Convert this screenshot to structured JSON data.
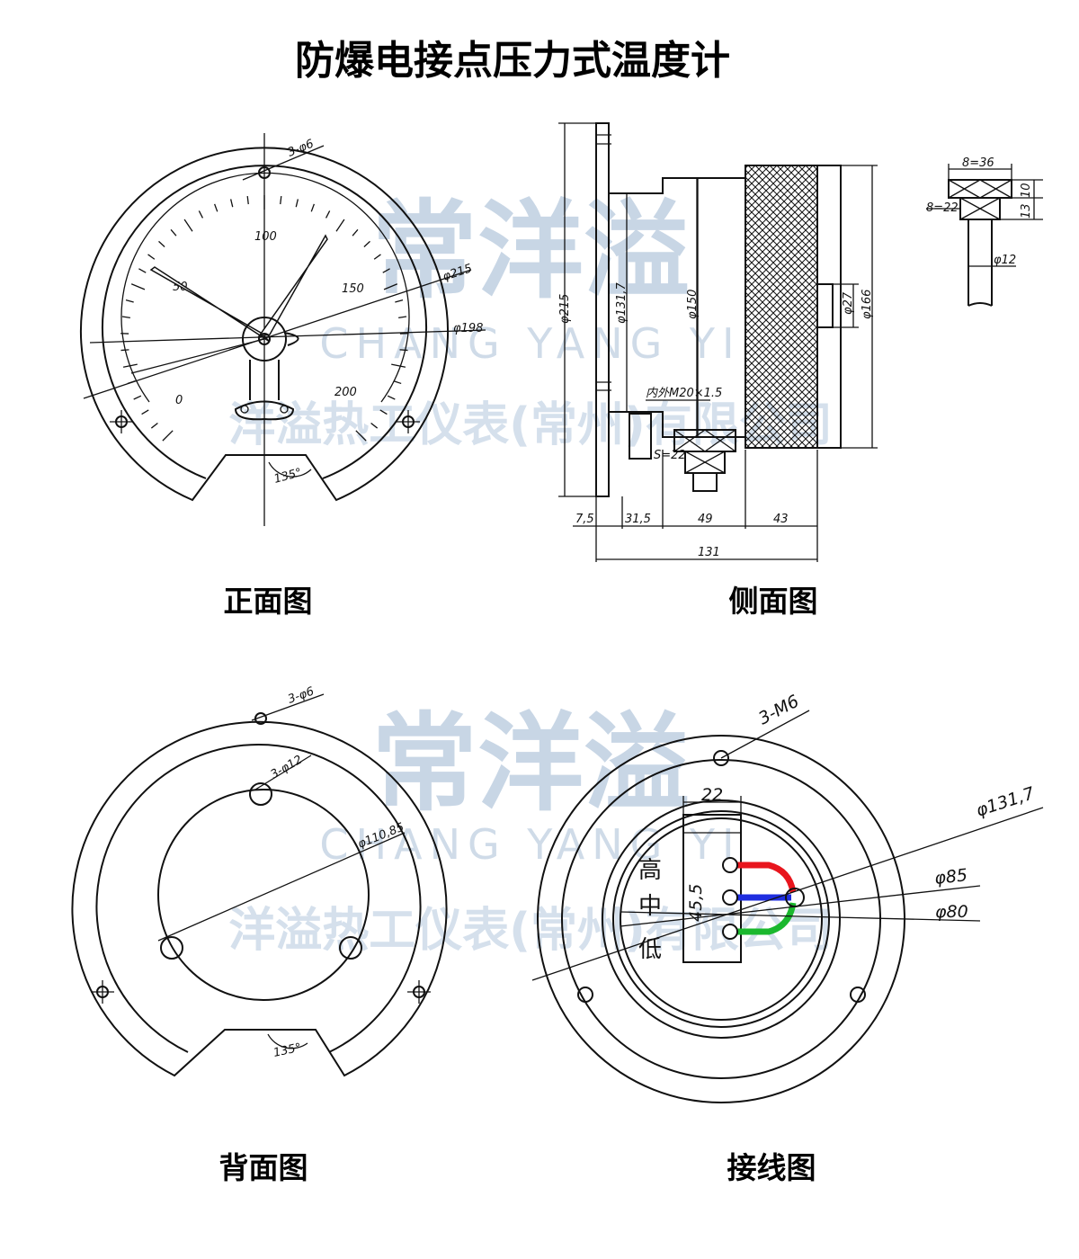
{
  "title": "防爆电接点压力式温度计",
  "watermark": {
    "brand": "常洋溢",
    "brand_en": "CHANG YANG YI",
    "company": "洋溢热工仪表(常州)有限公司"
  },
  "views": {
    "front": {
      "caption": "正面图",
      "mount_holes": "3-φ6",
      "dial_outer": "φ215",
      "dial_inner": "φ198",
      "angle": "135°",
      "scale": [
        "0",
        "50",
        "100",
        "150",
        "200"
      ]
    },
    "side": {
      "caption": "侧面图",
      "dia_215": "φ215",
      "dia_131": "φ131,7",
      "dia_150": "φ150",
      "dia_27": "φ27",
      "dia_166": "φ166",
      "thread": "内外M20×1.5",
      "wrench": "S=22",
      "seg1": "7,5",
      "seg2": "31,5",
      "seg3": "49",
      "seg4": "43",
      "total": "131"
    },
    "detail": {
      "width_36": "8=36",
      "width_22": "8=22",
      "h13": "13",
      "h10": "10",
      "shaft": "φ12"
    },
    "back": {
      "caption": "背面图",
      "holes_top": "3-φ6",
      "holes_inner": "3-φ12",
      "inner_dia": "φ110,85",
      "angle": "135°"
    },
    "wiring": {
      "caption": "接线图",
      "screws": "3-M6",
      "dia_131": "φ131,7",
      "dia_85": "φ85",
      "dia_80": "φ80",
      "block_w": "22",
      "block_h": "45,5",
      "levels": [
        "高",
        "中",
        "低"
      ]
    }
  },
  "colors": {
    "high_wire": "#e8151d",
    "mid_wire": "#1f2ee0",
    "low_wire": "#1bb82e",
    "watermark": "#c8d6e5",
    "ink": "#111111"
  }
}
